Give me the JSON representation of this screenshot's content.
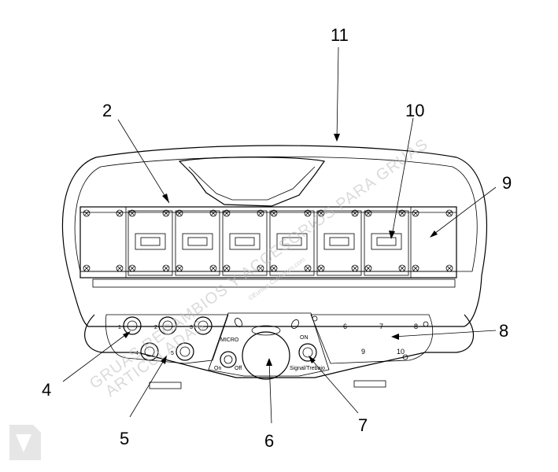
{
  "callouts": {
    "c2": "2",
    "c4": "4",
    "c5": "5",
    "c6": "6",
    "c7": "7",
    "c8": "8",
    "c9": "9",
    "c10": "10",
    "c11": "11"
  },
  "labels": {
    "left_buttons": [
      "1",
      "2",
      "3",
      "4",
      "5"
    ],
    "right_numbers": [
      "6",
      "7",
      "8",
      "9",
      "10"
    ],
    "micro": "MICRO",
    "micro_on": "On",
    "micro_off": "Off",
    "on": "ON",
    "signal": "Signal/Trebajo"
  },
  "watermark": {
    "line1": "GRUAS RECAMBIOS Y ACCESORIOS PARA GRUAS",
    "line2": "ARTICULADAS",
    "small": "©Euroos Camiones.com"
  },
  "icons": {
    "logo": "document-icon"
  }
}
